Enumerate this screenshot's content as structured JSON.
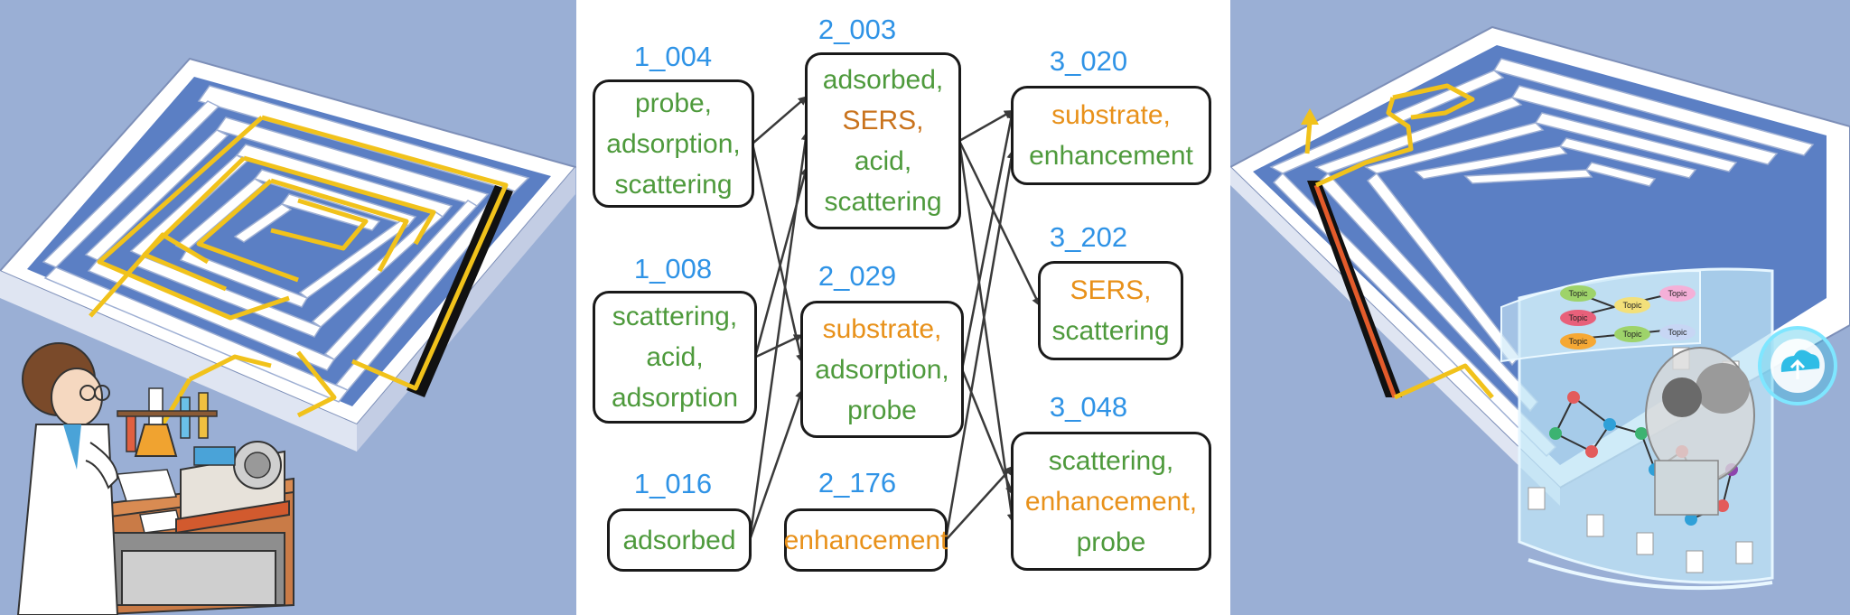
{
  "colors": {
    "panel_bg": "#9aafd5",
    "id_blue": "#2f93e6",
    "term_green": "#4e9a3c",
    "term_orange": "#e8911a",
    "path_yellow": "#f1c21b",
    "path_red": "#e35b2b",
    "arrow": "#3a3a3a"
  },
  "diagram": {
    "nodes": [
      {
        "key": "n1_004",
        "id": "1_004",
        "terms": [
          {
            "t": "probe,",
            "c": "green"
          },
          {
            "t": "adsorption,",
            "c": "green"
          },
          {
            "t": "scattering",
            "c": "green"
          }
        ]
      },
      {
        "key": "n1_008",
        "id": "1_008",
        "terms": [
          {
            "t": "scattering,",
            "c": "green"
          },
          {
            "t": "acid,",
            "c": "green"
          },
          {
            "t": "adsorption",
            "c": "green"
          }
        ]
      },
      {
        "key": "n1_016",
        "id": "1_016",
        "terms": [
          {
            "t": "adsorbed",
            "c": "green"
          }
        ]
      },
      {
        "key": "n2_003",
        "id": "2_003",
        "terms": [
          {
            "t": "adsorbed,",
            "c": "green"
          },
          {
            "t": "SERS,",
            "c": "darkorange"
          },
          {
            "t": "acid,",
            "c": "green"
          },
          {
            "t": "scattering",
            "c": "green"
          }
        ]
      },
      {
        "key": "n2_029",
        "id": "2_029",
        "terms": [
          {
            "t": "substrate,",
            "c": "orange"
          },
          {
            "t": "adsorption,",
            "c": "green"
          },
          {
            "t": "probe",
            "c": "green"
          }
        ]
      },
      {
        "key": "n2_176",
        "id": "2_176",
        "terms": [
          {
            "t": "enhancement",
            "c": "orange"
          }
        ]
      },
      {
        "key": "n3_020",
        "id": "3_020",
        "terms": [
          {
            "t": "substrate,",
            "c": "orange"
          },
          {
            "t": "enhancement",
            "c": "green"
          }
        ]
      },
      {
        "key": "n3_202",
        "id": "3_202",
        "terms": [
          {
            "t": "SERS,",
            "c": "orange"
          },
          {
            "t": "scattering",
            "c": "green"
          }
        ]
      },
      {
        "key": "n3_048",
        "id": "3_048",
        "terms": [
          {
            "t": "scattering,",
            "c": "green"
          },
          {
            "t": "enhancement,",
            "c": "orange"
          },
          {
            "t": "probe",
            "c": "green"
          }
        ]
      }
    ],
    "edges": [
      [
        "1_004",
        "2_003"
      ],
      [
        "1_004",
        "2_029"
      ],
      [
        "1_008",
        "2_003"
      ],
      [
        "1_008",
        "2_029"
      ],
      [
        "1_016",
        "2_003"
      ],
      [
        "1_016",
        "2_029"
      ],
      [
        "2_003",
        "3_020"
      ],
      [
        "2_003",
        "3_202"
      ],
      [
        "2_003",
        "3_048"
      ],
      [
        "2_029",
        "3_020"
      ],
      [
        "2_029",
        "3_048"
      ],
      [
        "2_176",
        "3_020"
      ],
      [
        "2_176",
        "3_048"
      ]
    ]
  },
  "right_panel": {
    "topic_labels": [
      "Topic",
      "Topic",
      "Topic",
      "Topic",
      "Topic",
      "Topic",
      "Topic"
    ]
  },
  "icons": {
    "left": [
      "maze-icon",
      "scientist-icon",
      "lab-equipment-icon"
    ],
    "right": [
      "maze-icon",
      "ai-head-icon",
      "cloud-upload-icon",
      "knowledge-graph-icon"
    ]
  }
}
